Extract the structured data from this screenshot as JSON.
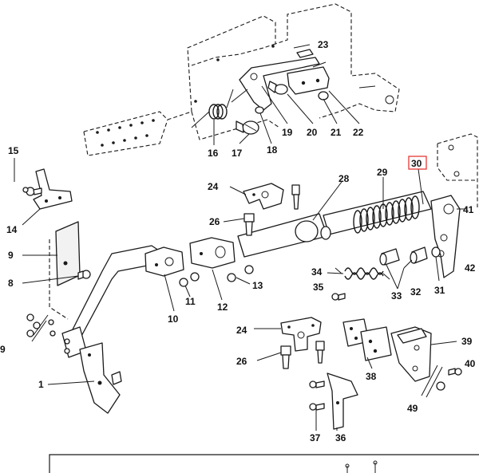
{
  "highlight_color": "#e53935",
  "callouts": {
    "c1": "1",
    "c8": "8",
    "c9": "9",
    "c10": "10",
    "c11": "11",
    "c12": "12",
    "c13": "13",
    "c14": "14",
    "c15": "15",
    "c16": "16",
    "c17": "17",
    "c18": "18",
    "c19": "19",
    "c20": "20",
    "c21": "21",
    "c22": "22",
    "c23": "23",
    "c24a": "24",
    "c24b": "24",
    "c26a": "26",
    "c26b": "26",
    "c28": "28",
    "c29": "29",
    "c30": "30",
    "c31": "31",
    "c32": "32",
    "c33": "33",
    "c34": "34",
    "c35": "35",
    "c36": "36",
    "c37": "37",
    "c38": "38",
    "c39": "39",
    "c40": "40",
    "c41": "41",
    "c42": "42",
    "c49": "49",
    "cleft": "9"
  }
}
